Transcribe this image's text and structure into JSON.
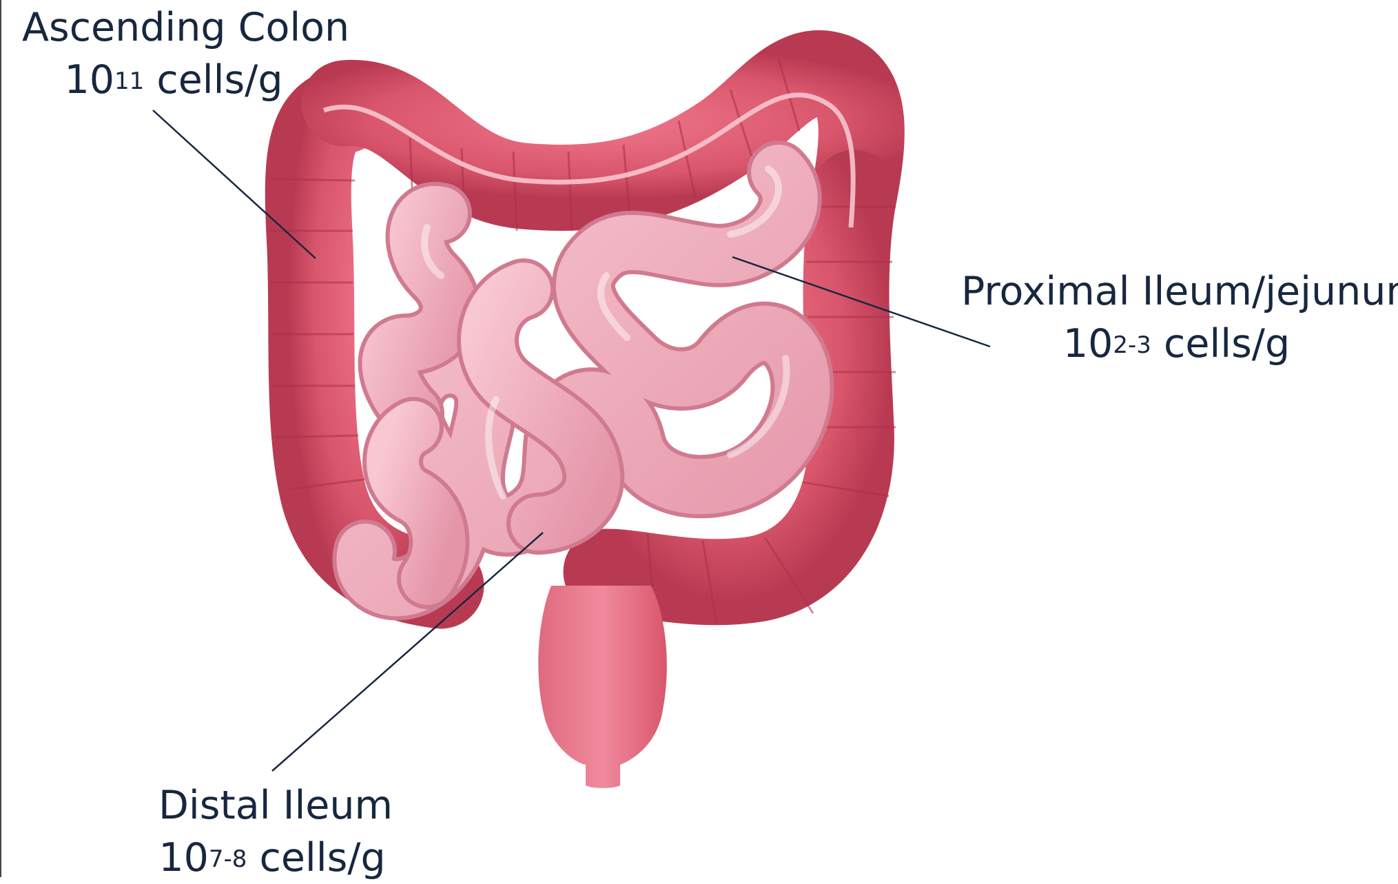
{
  "labels": {
    "ascending_colon": {
      "name": "Ascending Colon",
      "base": "10",
      "exponent": "11",
      "unit": " cells/g"
    },
    "proximal_ileum": {
      "name": "Proximal Ileum/jejunum",
      "base": "10",
      "exponent": "2-3",
      "unit": " cells/g"
    },
    "distal_ileum": {
      "name": "Distal Ileum",
      "base": "10",
      "exponent": "7-8",
      "unit": " cells/g"
    }
  },
  "colors": {
    "text": "#17273f",
    "leader_line": "#17273f",
    "colon": "#d9566c",
    "colon_dark": "#b83a52",
    "small_intestine": "#f2a8b8",
    "small_intestine_shade": "#d97c93",
    "rectum": "#ea7d8f"
  }
}
